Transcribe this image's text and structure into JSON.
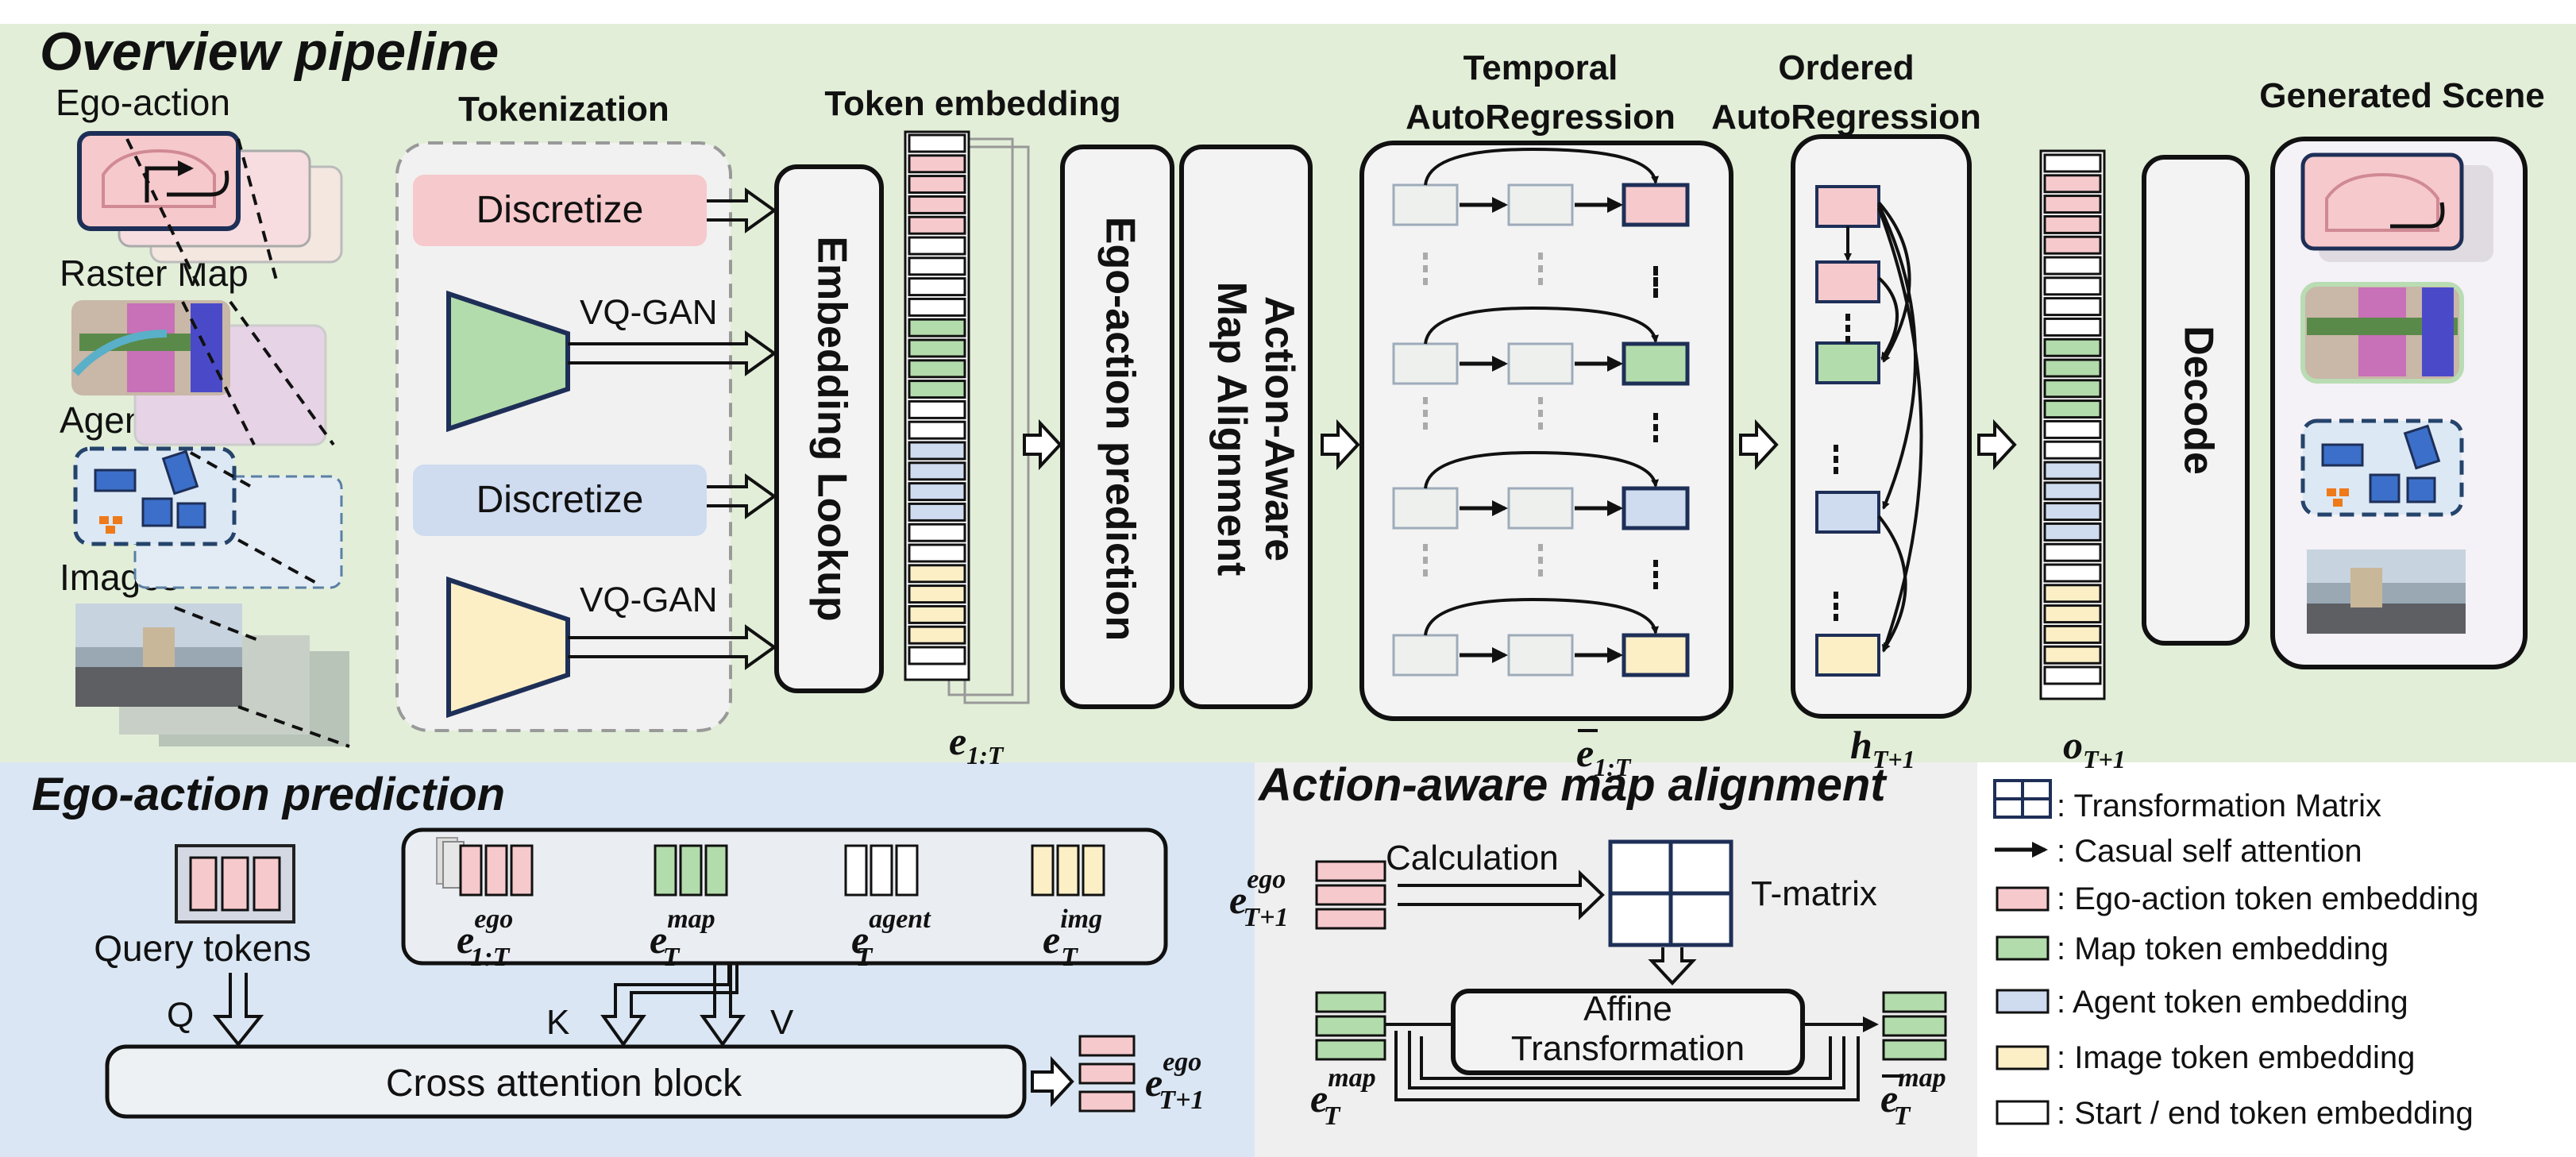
{
  "overview": {
    "title": "Overview pipeline",
    "inputs": [
      "Ego-action",
      "Raster Map",
      "Agents",
      "Images"
    ],
    "tokenization": {
      "title": "Tokenization",
      "discretize": "Discretize",
      "vqgan": "VQ-GAN"
    },
    "token_embedding_title": "Token embedding",
    "embedding_lookup": "Embedding Lookup",
    "ego_action_prediction": "Ego-action prediction",
    "action_aware_line1": "Action-Aware",
    "action_aware_line2": "Map Alignment",
    "temporal_title_line1": "Temporal",
    "temporal_title_line2": "AutoRegression",
    "ordered_title_line1": "Ordered",
    "ordered_title_line2": "AutoRegression",
    "decode": "Decode",
    "generated_title": "Generated Scene",
    "sym_e": "e",
    "sub_1T": "1:T",
    "sym_h": "h",
    "sym_o": "o",
    "sub_T1": "T+1"
  },
  "ego_pred": {
    "title": "Ego-action prediction",
    "query_tokens": "Query tokens",
    "q": "Q",
    "k": "K",
    "v": "V",
    "cross_attention": "Cross attention block",
    "sup_ego": "ego",
    "sup_map": "map",
    "sup_agent": "agent",
    "sup_img": "img",
    "sub_1T": "1:T",
    "sub_T": "T",
    "sub_T1": "T+1"
  },
  "map_align": {
    "title": "Action-aware map alignment",
    "calculation": "Calculation",
    "t_matrix": "T-matrix",
    "affine_line1": "Affine",
    "affine_line2": "Transformation"
  },
  "legend": {
    "items": [
      ": Transformation Matrix",
      ": Casual self attention",
      ": Ego-action token embedding",
      ": Map token embedding",
      ": Agent token embedding",
      ": Image token embedding",
      ": Start / end token embedding"
    ]
  },
  "colors": {
    "overview_bg": "#e2eed8",
    "ego_bg": "#dae6f3",
    "map_bg": "#efefef",
    "ego": "#f6c9cc",
    "map": "#b2dcab",
    "agent": "#cfdbef",
    "image": "#fcefc6",
    "dark": "#1e2f57"
  }
}
